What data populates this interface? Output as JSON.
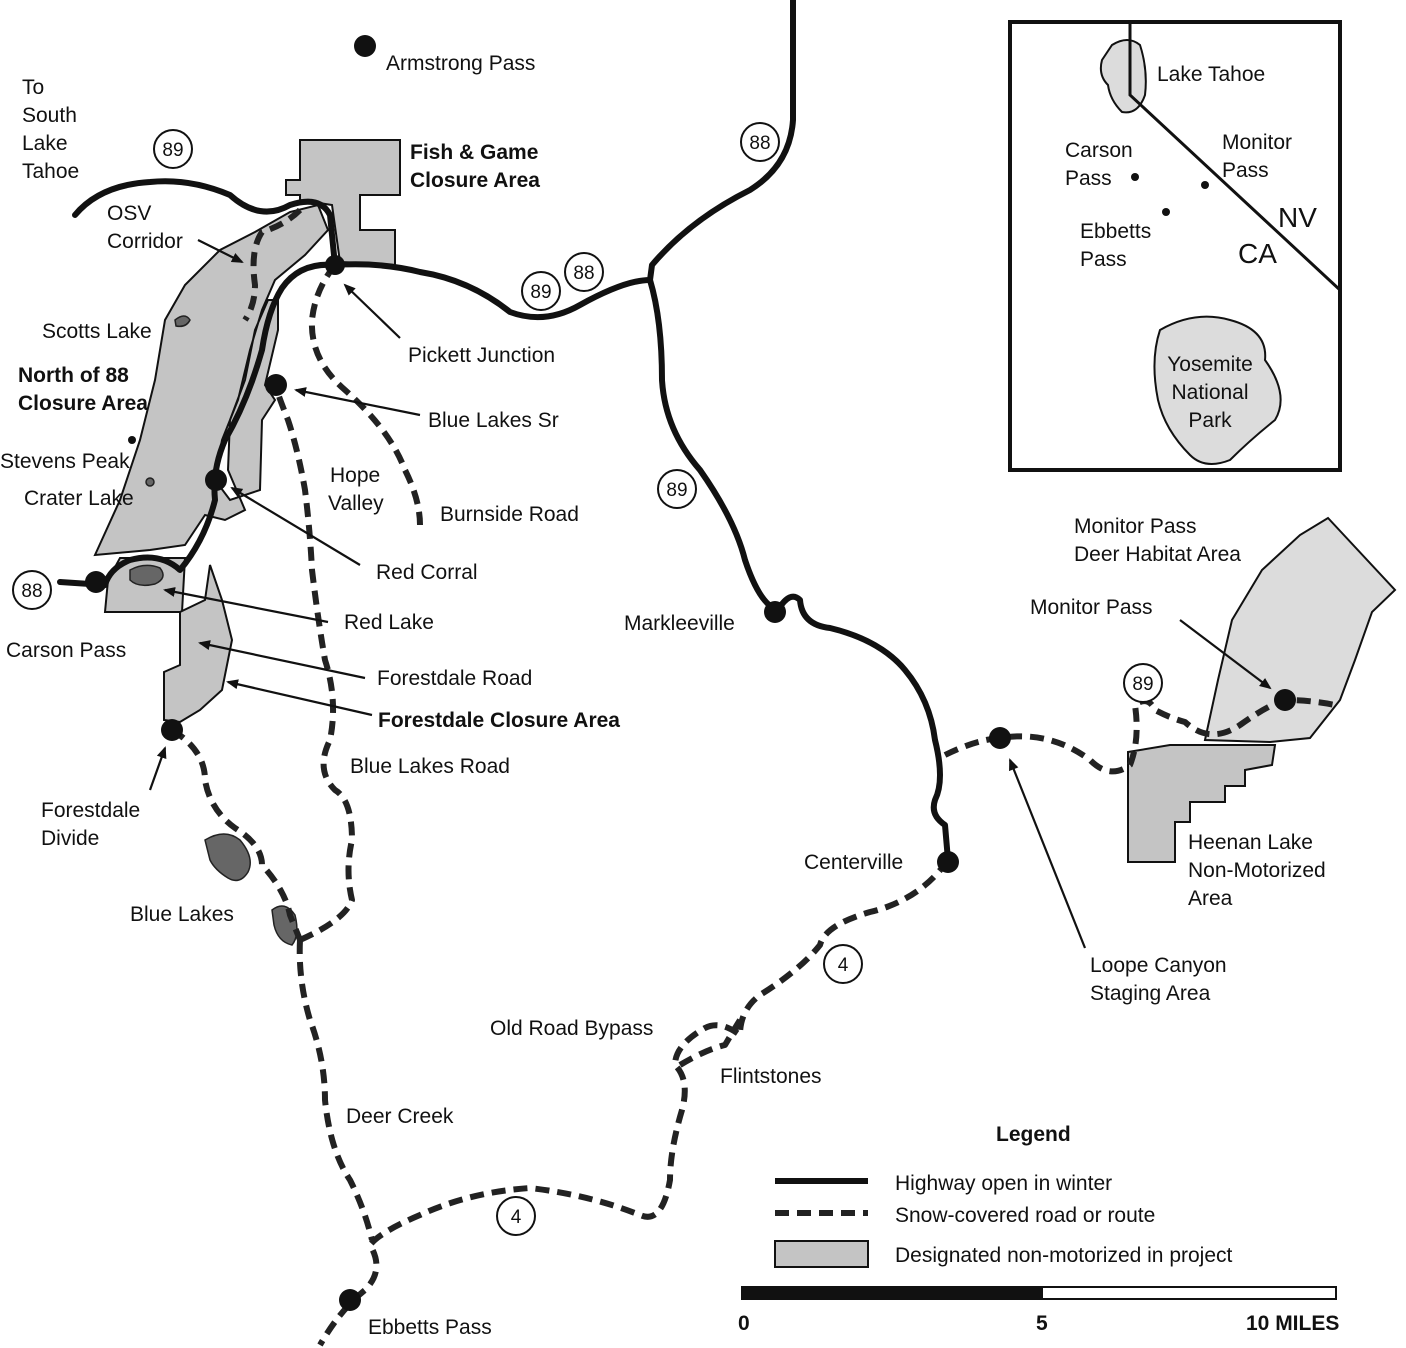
{
  "places": {
    "armstrong_pass": "Armstrong Pass",
    "to_south_lake_tahoe": [
      "To",
      "South",
      "Lake",
      "Tahoe"
    ],
    "fish_game": [
      "Fish & Game",
      "Closure Area"
    ],
    "osv_corridor": [
      "OSV",
      "Corridor"
    ],
    "scotts_lake": "Scotts Lake",
    "north_of_88": [
      "North of 88",
      "Closure Area"
    ],
    "pickett_junction": "Pickett Junction",
    "blue_lakes_sr": "Blue Lakes Sr",
    "hope_valley": [
      "Hope",
      "Valley"
    ],
    "burnside_road": "Burnside Road",
    "stevens_peak": "Stevens Peak",
    "crater_lake": "Crater Lake",
    "red_corral": "Red Corral",
    "red_lake": "Red Lake",
    "carson_pass": "Carson Pass",
    "forestdale_road": "Forestdale Road",
    "forestdale_closure": "Forestdale Closure Area",
    "blue_lakes_road": "Blue Lakes Road",
    "forestdale_divide": [
      "Forestdale",
      "Divide"
    ],
    "blue_lakes": "Blue Lakes",
    "markleeville": "Markleeville",
    "centerville": "Centerville",
    "old_road_bypass": "Old Road Bypass",
    "flintstones": "Flintstones",
    "deer_creek": "Deer Creek",
    "ebbetts_pass": "Ebbetts Pass",
    "monitor_deer": [
      "Monitor Pass",
      "Deer Habitat Area"
    ],
    "monitor_pass": "Monitor Pass",
    "heenan": [
      "Heenan Lake",
      "Non-Motorized",
      "Area"
    ],
    "loope": [
      "Loope Canyon",
      "Staging Area"
    ]
  },
  "shields": {
    "r89": "89",
    "r88": "88",
    "r4": "4"
  },
  "inset": {
    "lake_tahoe": "Lake Tahoe",
    "carson_pass": [
      "Carson",
      "Pass"
    ],
    "monitor_pass": [
      "Monitor",
      "Pass"
    ],
    "ebbetts_pass": [
      "Ebbetts",
      "Pass"
    ],
    "nv": "NV",
    "ca": "CA",
    "yosemite": [
      "Yosemite",
      "National",
      "Park"
    ]
  },
  "legend": {
    "title": "Legend",
    "items": [
      "Highway open in winter",
      "Snow-covered road or route",
      "Designated non-motorized in project"
    ]
  },
  "scale": {
    "ticks": [
      "0",
      "5",
      "10 MILES"
    ]
  },
  "colors": {
    "area": "#c4c4c4",
    "light_area": "#dcdcdc",
    "lake": "#666666"
  }
}
